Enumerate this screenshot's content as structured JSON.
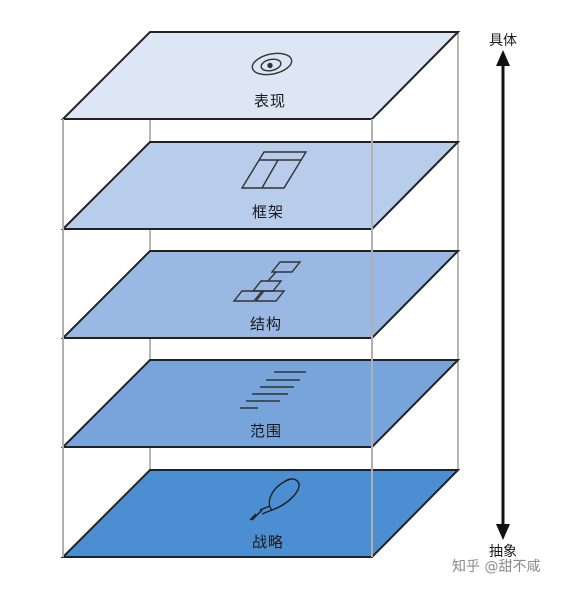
{
  "layers": [
    {
      "label": "表现",
      "icon": "eye-icon",
      "color": "#dde6f4"
    },
    {
      "label": "框架",
      "icon": "wireframe-icon",
      "color": "#b8ccec"
    },
    {
      "label": "结构",
      "icon": "flowchart-icon",
      "color": "#9ab8e4"
    },
    {
      "label": "范围",
      "icon": "text-lines-icon",
      "color": "#78a4dc"
    },
    {
      "label": "战略",
      "icon": "lightbulb-icon",
      "color": "#4c8ed2"
    }
  ],
  "axis": {
    "top_label": "具体",
    "bottom_label": "抽象"
  },
  "watermark": "知乎 @甜不咸"
}
